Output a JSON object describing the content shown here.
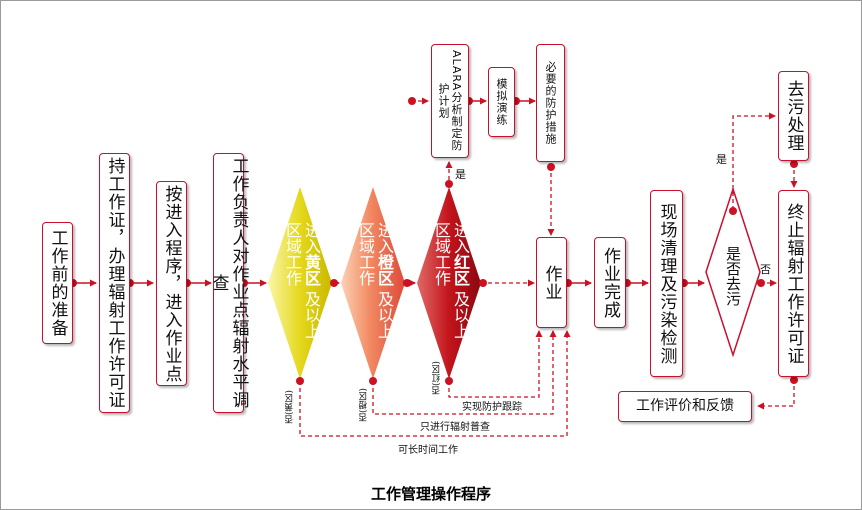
{
  "title": "工作管理操作程序",
  "boxes": {
    "prep": "工作前的准备",
    "permit": "持工作证，办理辐射工作许可证",
    "enter": "按进入程序，进入作业点",
    "survey": "工作负责人对作业点辐射水平调查",
    "alara": "ALARA分析制定防护计划",
    "drill": "模拟演练",
    "protect": "必要的防护措施",
    "work": "作业",
    "done": "作业完成",
    "cleanup": "现场清理及污染检测",
    "decon": "去污处理",
    "terminate": "终止辐射工作许可证",
    "review": "工作评价和反馈"
  },
  "diamonds": {
    "yellow": {
      "line1": "进入",
      "zone": "黄区",
      "line2": "及以上区域工作"
    },
    "orange": {
      "line1": "进入",
      "zone": "橙区",
      "line2": "及以上区域工作"
    },
    "red": {
      "line1": "进入",
      "zone": "红区",
      "line2": "及以上区域工作"
    },
    "decision": "是否去污"
  },
  "labels": {
    "yes_red": "是",
    "yes_decon": "是",
    "no_decon": "否",
    "no_yellow": "否(黄区)",
    "no_orange": "否(橙区)",
    "no_red": "否(红区)",
    "track": "实现防护跟踪",
    "monitor": "只进行辐射普查",
    "long": "可长时间工作"
  },
  "colors": {
    "accent": "#cc1122",
    "yellow": "#d8cc10",
    "orange": "#e8604a",
    "red": "#b01018"
  }
}
